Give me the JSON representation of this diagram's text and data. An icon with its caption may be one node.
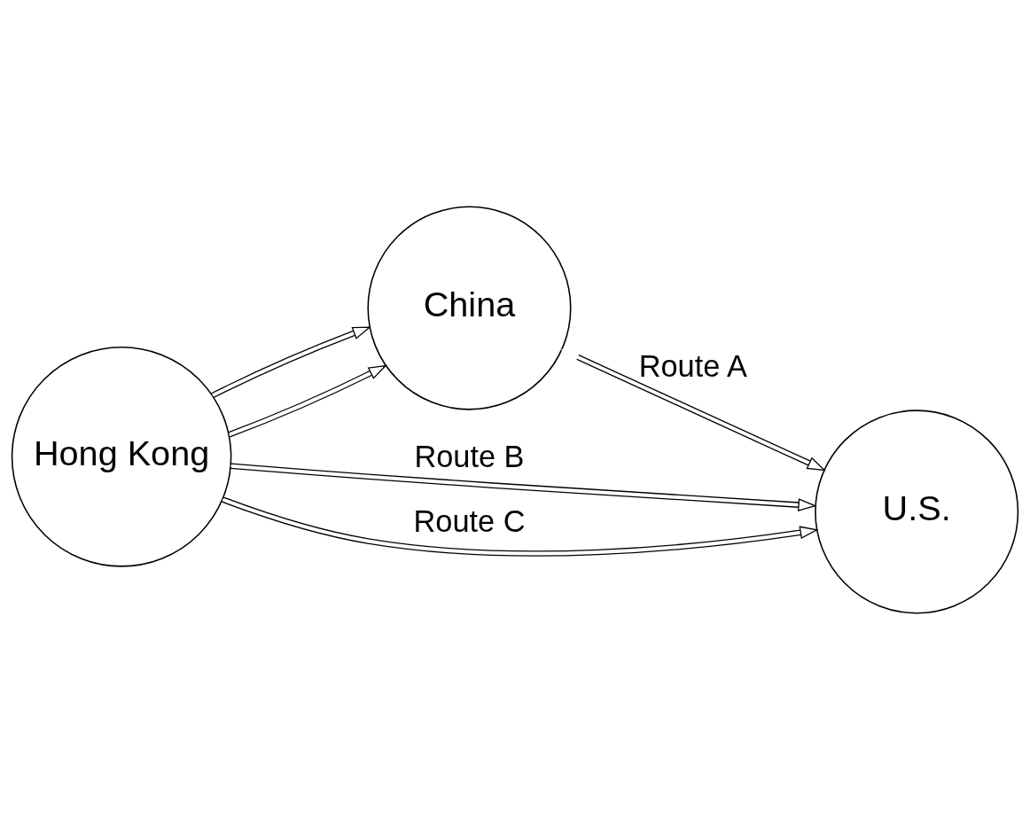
{
  "diagram": {
    "nodes": [
      {
        "text": [
          "China"
        ]
      },
      {
        "text": [
          "U.S."
        ]
      },
      {
        "text": [
          "Hong Kong"
        ]
      }
    ],
    "edges": [
      {
        "from": 0,
        "to": 1,
        "arrow": "both",
        "label": "Route A"
      },
      {
        "from": 2,
        "to": 0,
        "arrow": "to"
      },
      {
        "from": 2,
        "to": 1,
        "arrow": "to",
        "label": "Route B"
      },
      {
        "from": 2,
        "to": 0,
        "arrow": "to"
      },
      {
        "from": 2,
        "to": 1,
        "arrow": "to",
        "label": "Route C"
      }
    ]
  }
}
